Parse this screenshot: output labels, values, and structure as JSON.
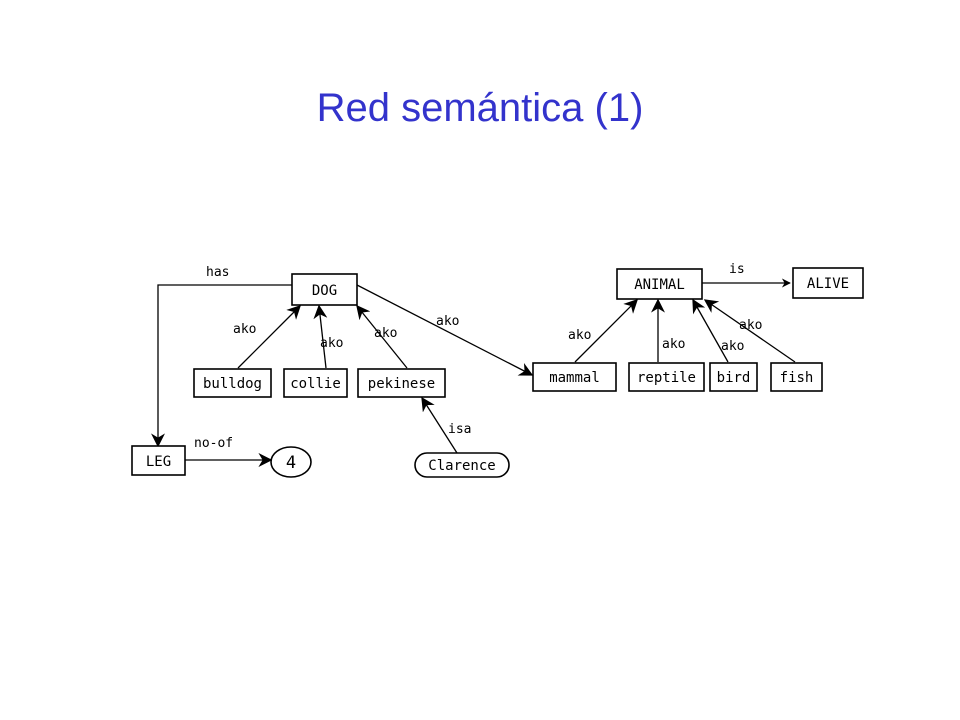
{
  "title": "Red semántica (1)",
  "nodes": {
    "dog": "DOG",
    "bulldog": "bulldog",
    "collie": "collie",
    "pekinese": "pekinese",
    "clarence": "Clarence",
    "leg": "LEG",
    "four": "4",
    "animal": "ANIMAL",
    "alive": "ALIVE",
    "mammal": "mammal",
    "reptile": "reptile",
    "bird": "bird",
    "fish": "fish"
  },
  "edges": {
    "dog_has_leg": "has",
    "bulldog_ako_dog": "ako",
    "collie_ako_dog": "ako",
    "pekinese_ako_dog": "ako",
    "dog_ako_mammal": "ako",
    "clarence_isa_pekinese": "isa",
    "leg_noof_four": "no-of",
    "animal_is_alive": "is",
    "mammal_ako_animal": "ako",
    "reptile_ako_animal": "ako",
    "bird_ako_animal": "ako",
    "fish_ako_animal": "ako"
  }
}
